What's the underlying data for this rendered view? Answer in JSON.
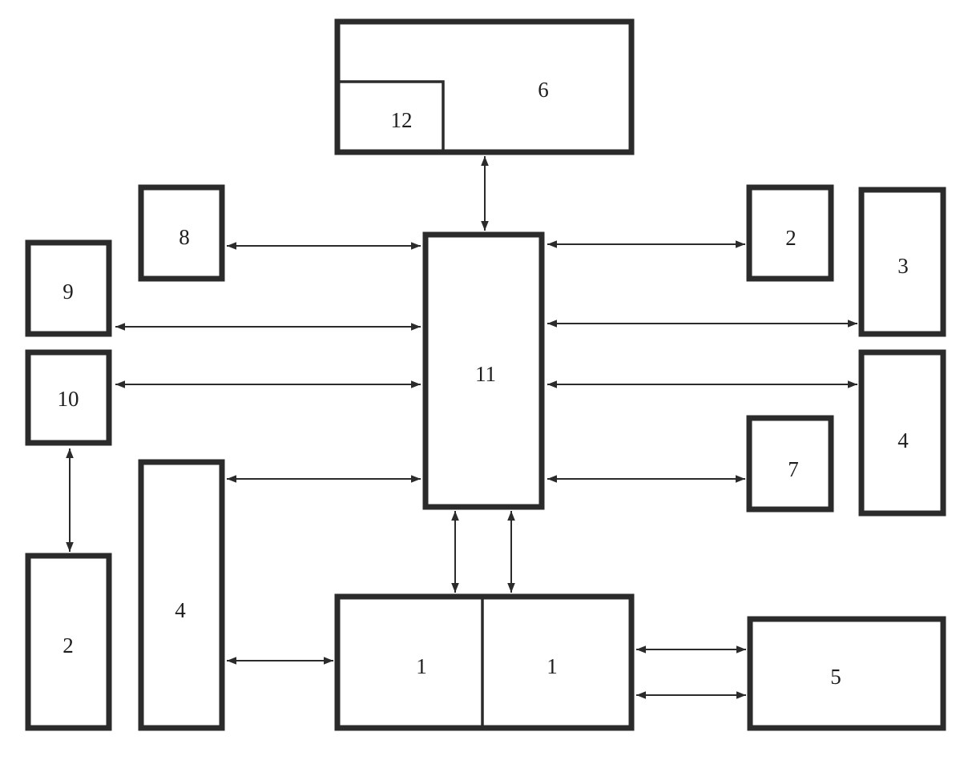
{
  "diagram": {
    "boxes": {
      "b6": "6",
      "b12": "12",
      "b8": "8",
      "b9": "9",
      "b10": "10",
      "b11": "11",
      "b2_top": "2",
      "b3": "3",
      "b4_right": "4",
      "b7": "7",
      "b4_left": "4",
      "b2_bottom": "2",
      "b1_left": "1",
      "b1_right": "1",
      "b5": "5"
    },
    "line_color": "#2b2b2b"
  }
}
